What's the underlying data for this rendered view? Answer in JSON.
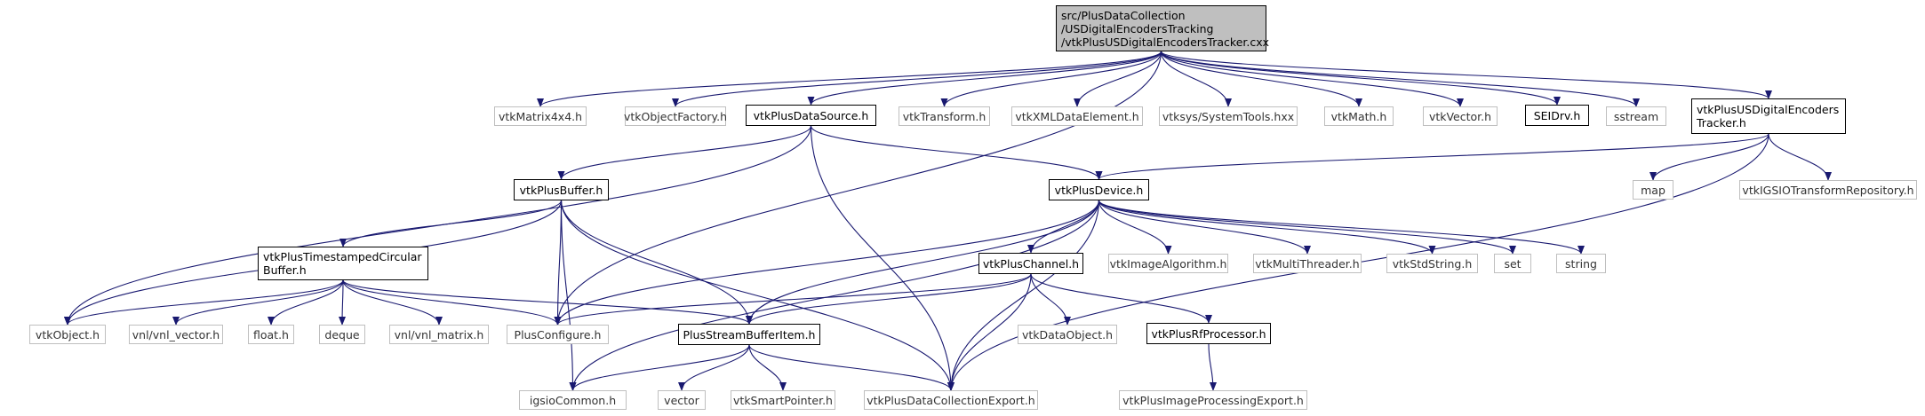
{
  "diagram": {
    "edge_color": "#191970",
    "nodes": [
      {
        "id": "root",
        "label": "src/PlusDataCollection\n/USDigitalEncodersTracking\n/vtkPlusUSDigitalEncodersTracker.cxx",
        "style": "root"
      },
      {
        "id": "matrix4x4",
        "label": "vtkMatrix4x4.h",
        "style": "ext"
      },
      {
        "id": "objectfactory",
        "label": "vtkObjectFactory.h",
        "style": "ext"
      },
      {
        "id": "datasource",
        "label": "vtkPlusDataSource.h",
        "style": "doc"
      },
      {
        "id": "transform",
        "label": "vtkTransform.h",
        "style": "ext"
      },
      {
        "id": "xmldataelement",
        "label": "vtkXMLDataElement.h",
        "style": "ext"
      },
      {
        "id": "systemtools",
        "label": "vtksys/SystemTools.hxx",
        "style": "ext"
      },
      {
        "id": "math",
        "label": "vtkMath.h",
        "style": "ext"
      },
      {
        "id": "vector_h",
        "label": "vtkVector.h",
        "style": "ext"
      },
      {
        "id": "seidrv",
        "label": "SEIDrv.h",
        "style": "doc"
      },
      {
        "id": "sstream",
        "label": "sstream",
        "style": "ext"
      },
      {
        "id": "tracker",
        "label": "vtkPlusUSDigitalEncoders\nTracker.h",
        "style": "doc"
      },
      {
        "id": "buffer",
        "label": "vtkPlusBuffer.h",
        "style": "doc"
      },
      {
        "id": "device",
        "label": "vtkPlusDevice.h",
        "style": "doc"
      },
      {
        "id": "map",
        "label": "map",
        "style": "ext"
      },
      {
        "id": "transformrepo",
        "label": "vtkIGSIOTransformRepository.h",
        "style": "ext"
      },
      {
        "id": "circbuffer",
        "label": "vtkPlusTimestampedCircular\nBuffer.h",
        "style": "doc"
      },
      {
        "id": "channel",
        "label": "vtkPlusChannel.h",
        "style": "doc"
      },
      {
        "id": "imagealgorithm",
        "label": "vtkImageAlgorithm.h",
        "style": "ext"
      },
      {
        "id": "multithreader",
        "label": "vtkMultiThreader.h",
        "style": "ext"
      },
      {
        "id": "stdstring",
        "label": "vtkStdString.h",
        "style": "ext"
      },
      {
        "id": "set",
        "label": "set",
        "style": "ext"
      },
      {
        "id": "string",
        "label": "string",
        "style": "ext"
      },
      {
        "id": "vtkobject",
        "label": "vtkObject.h",
        "style": "ext"
      },
      {
        "id": "vnlvector",
        "label": "vnl/vnl_vector.h",
        "style": "ext"
      },
      {
        "id": "float",
        "label": "float.h",
        "style": "ext"
      },
      {
        "id": "deque",
        "label": "deque",
        "style": "ext"
      },
      {
        "id": "vnlmatrix",
        "label": "vnl/vnl_matrix.h",
        "style": "ext"
      },
      {
        "id": "plusconfigure",
        "label": "PlusConfigure.h",
        "style": "ext"
      },
      {
        "id": "streambufferitem",
        "label": "PlusStreamBufferItem.h",
        "style": "doc"
      },
      {
        "id": "dataobject",
        "label": "vtkDataObject.h",
        "style": "ext"
      },
      {
        "id": "rfprocessor",
        "label": "vtkPlusRfProcessor.h",
        "style": "doc"
      },
      {
        "id": "igsiocommon",
        "label": "igsioCommon.h",
        "style": "ext"
      },
      {
        "id": "vector",
        "label": "vector",
        "style": "ext"
      },
      {
        "id": "smartpointer",
        "label": "vtkSmartPointer.h",
        "style": "ext"
      },
      {
        "id": "dcexport",
        "label": "vtkPlusDataCollectionExport.h",
        "style": "ext"
      },
      {
        "id": "ipexport",
        "label": "vtkPlusImageProcessingExport.h",
        "style": "ext"
      }
    ],
    "edges": [
      [
        "root",
        "matrix4x4"
      ],
      [
        "root",
        "objectfactory"
      ],
      [
        "root",
        "datasource"
      ],
      [
        "root",
        "transform"
      ],
      [
        "root",
        "xmldataelement"
      ],
      [
        "root",
        "systemtools"
      ],
      [
        "root",
        "math"
      ],
      [
        "root",
        "vector_h"
      ],
      [
        "root",
        "seidrv"
      ],
      [
        "root",
        "sstream"
      ],
      [
        "root",
        "tracker"
      ],
      [
        "root",
        "plusconfigure"
      ],
      [
        "datasource",
        "buffer"
      ],
      [
        "datasource",
        "device"
      ],
      [
        "datasource",
        "vtkobject"
      ],
      [
        "datasource",
        "dcexport"
      ],
      [
        "tracker",
        "device"
      ],
      [
        "tracker",
        "map"
      ],
      [
        "tracker",
        "transformrepo"
      ],
      [
        "tracker",
        "dcexport"
      ],
      [
        "buffer",
        "circbuffer"
      ],
      [
        "buffer",
        "vtkobject"
      ],
      [
        "buffer",
        "igsiocommon"
      ],
      [
        "buffer",
        "plusconfigure"
      ],
      [
        "buffer",
        "streambufferitem"
      ],
      [
        "buffer",
        "dcexport"
      ],
      [
        "device",
        "channel"
      ],
      [
        "device",
        "imagealgorithm"
      ],
      [
        "device",
        "multithreader"
      ],
      [
        "device",
        "stdstring"
      ],
      [
        "device",
        "set"
      ],
      [
        "device",
        "string"
      ],
      [
        "device",
        "plusconfigure"
      ],
      [
        "device",
        "streambufferitem"
      ],
      [
        "device",
        "igsiocommon"
      ],
      [
        "device",
        "dcexport"
      ],
      [
        "circbuffer",
        "vtkobject"
      ],
      [
        "circbuffer",
        "vnlvector"
      ],
      [
        "circbuffer",
        "float"
      ],
      [
        "circbuffer",
        "deque"
      ],
      [
        "circbuffer",
        "vnlmatrix"
      ],
      [
        "circbuffer",
        "plusconfigure"
      ],
      [
        "circbuffer",
        "streambufferitem"
      ],
      [
        "channel",
        "plusconfigure"
      ],
      [
        "channel",
        "streambufferitem"
      ],
      [
        "channel",
        "dataobject"
      ],
      [
        "channel",
        "rfprocessor"
      ],
      [
        "channel",
        "dcexport"
      ],
      [
        "streambufferitem",
        "igsiocommon"
      ],
      [
        "streambufferitem",
        "vector"
      ],
      [
        "streambufferitem",
        "smartpointer"
      ],
      [
        "streambufferitem",
        "dcexport"
      ],
      [
        "rfprocessor",
        "ipexport"
      ]
    ]
  }
}
